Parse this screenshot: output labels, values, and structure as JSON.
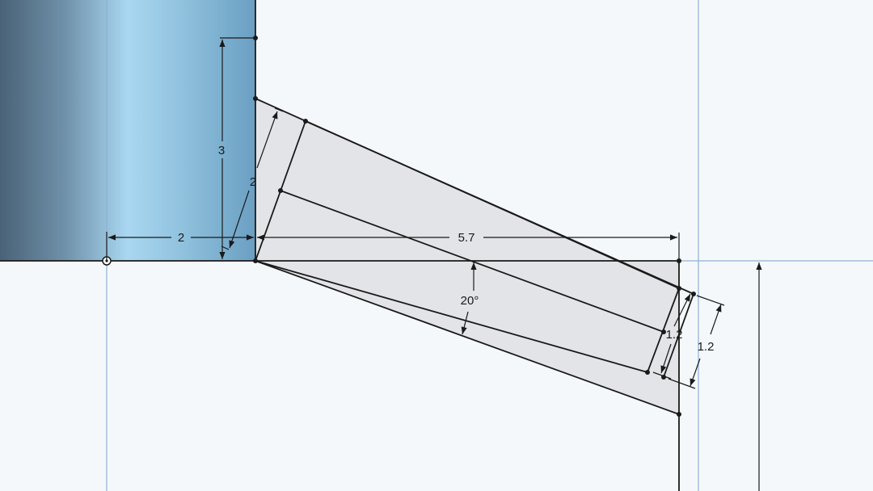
{
  "colors": {
    "background": "#f4f8fb",
    "construction_line": "#8fb0d4",
    "sketch_line": "#1a1a1a",
    "region_fill": "#dfe2e5",
    "part_gradient": [
      "#4a6378",
      "#6f93ad",
      "#a8d6f0",
      "#89bbd8",
      "#6a9ec2"
    ]
  },
  "dimensions": {
    "height_3": "3",
    "offset_2_horizontal": "2",
    "offset_2_angled": "2",
    "length_5_7": "5.7",
    "angle_20": "20°",
    "width_1_2_inner": "1.2",
    "width_1_2_outer": "1.2"
  }
}
